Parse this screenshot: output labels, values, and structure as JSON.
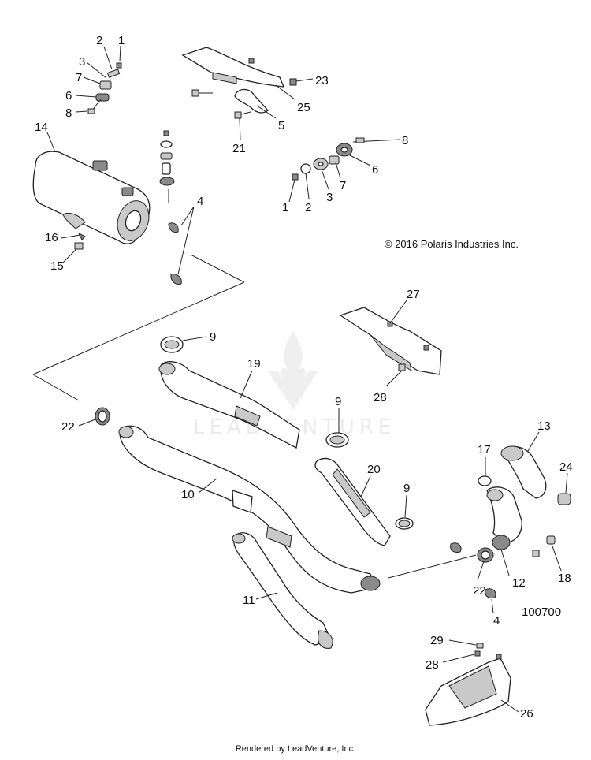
{
  "copyright": "© 2016 Polaris Industries Inc.",
  "reference_number": "100700",
  "watermark": "LEADVENTURE",
  "footer": "Rendered by LeadVenture, Inc.",
  "callouts": {
    "c1a": "1",
    "c2a": "2",
    "c3a": "3",
    "c7a": "7",
    "c6a": "6",
    "c8a": "8",
    "c14": "14",
    "c16": "16",
    "c15": "15",
    "c4a": "4",
    "c23": "23",
    "c25": "25",
    "c5": "5",
    "c21": "21",
    "c8b": "8",
    "c6b": "6",
    "c7b": "7",
    "c3b": "3",
    "c2b": "2",
    "c1b": "1",
    "c27": "27",
    "c28a": "28",
    "c9a": "9",
    "c19": "19",
    "c22a": "22",
    "c9b": "9",
    "c10": "10",
    "c20": "20",
    "c9c": "9",
    "c17": "17",
    "c13": "13",
    "c24": "24",
    "c22b": "22",
    "c12": "12",
    "c18": "18",
    "c4b": "4",
    "c11": "11",
    "c29": "29",
    "c28b": "28",
    "c26": "26"
  }
}
